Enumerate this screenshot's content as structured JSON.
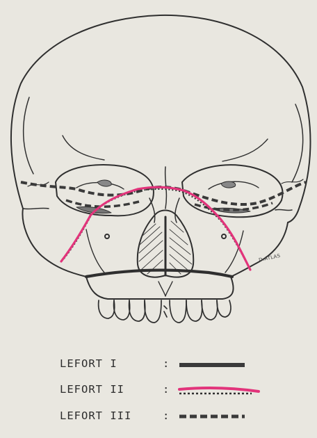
{
  "colors": {
    "paper": "#e9e7e0",
    "ink": "#2f2f2f",
    "lefort1": "#3a3a3a",
    "lefort2": "#e2347b",
    "lefort3": "#3a3a3a"
  },
  "icons": {
    "skull": "skull-illustration-icon",
    "lefort1_sample": "solid-line-icon",
    "lefort2_sample": "pink-line-icon",
    "lefort3_sample": "dashed-line-icon"
  },
  "diagram": {
    "artist_mark": "D.ATLAS"
  },
  "legend": {
    "separator": ":",
    "items": [
      {
        "label": "LEFORT I",
        "style": "solid"
      },
      {
        "label": "LEFORT II",
        "style": "pink"
      },
      {
        "label": "LEFORT III",
        "style": "dashed"
      }
    ]
  }
}
